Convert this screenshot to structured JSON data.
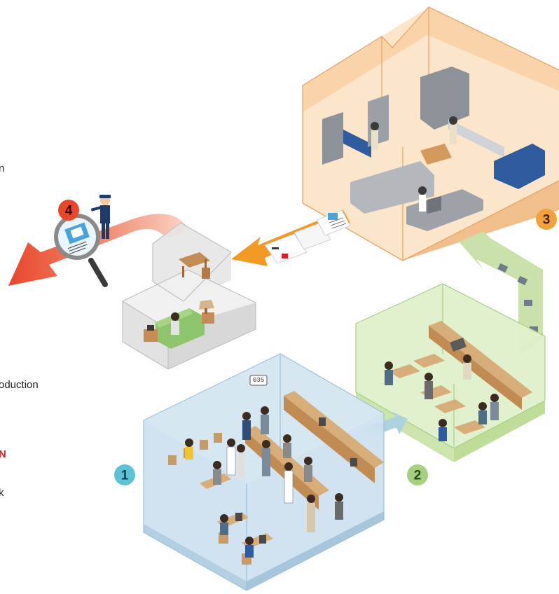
{
  "page": {
    "cut_text": {
      "line_a": "n",
      "line_b": "oduction",
      "line_c": "N",
      "line_d": "k"
    }
  },
  "steps": [
    {
      "number": "1",
      "color": "#5cc3d6",
      "zone_color": "#b9d7ea"
    },
    {
      "number": "2",
      "color": "#a6cf7e",
      "zone_color": "#d9efc3"
    },
    {
      "number": "3",
      "color": "#f2a13c",
      "zone_color": "#fbe0c2"
    },
    {
      "number": "4",
      "color": "#e8472a",
      "zone_color": "#f7c7b5"
    }
  ],
  "wall_clock": "035",
  "icons": {
    "step4": "magnifying-glass-icon",
    "arrows": "flow-arrow-icon"
  }
}
